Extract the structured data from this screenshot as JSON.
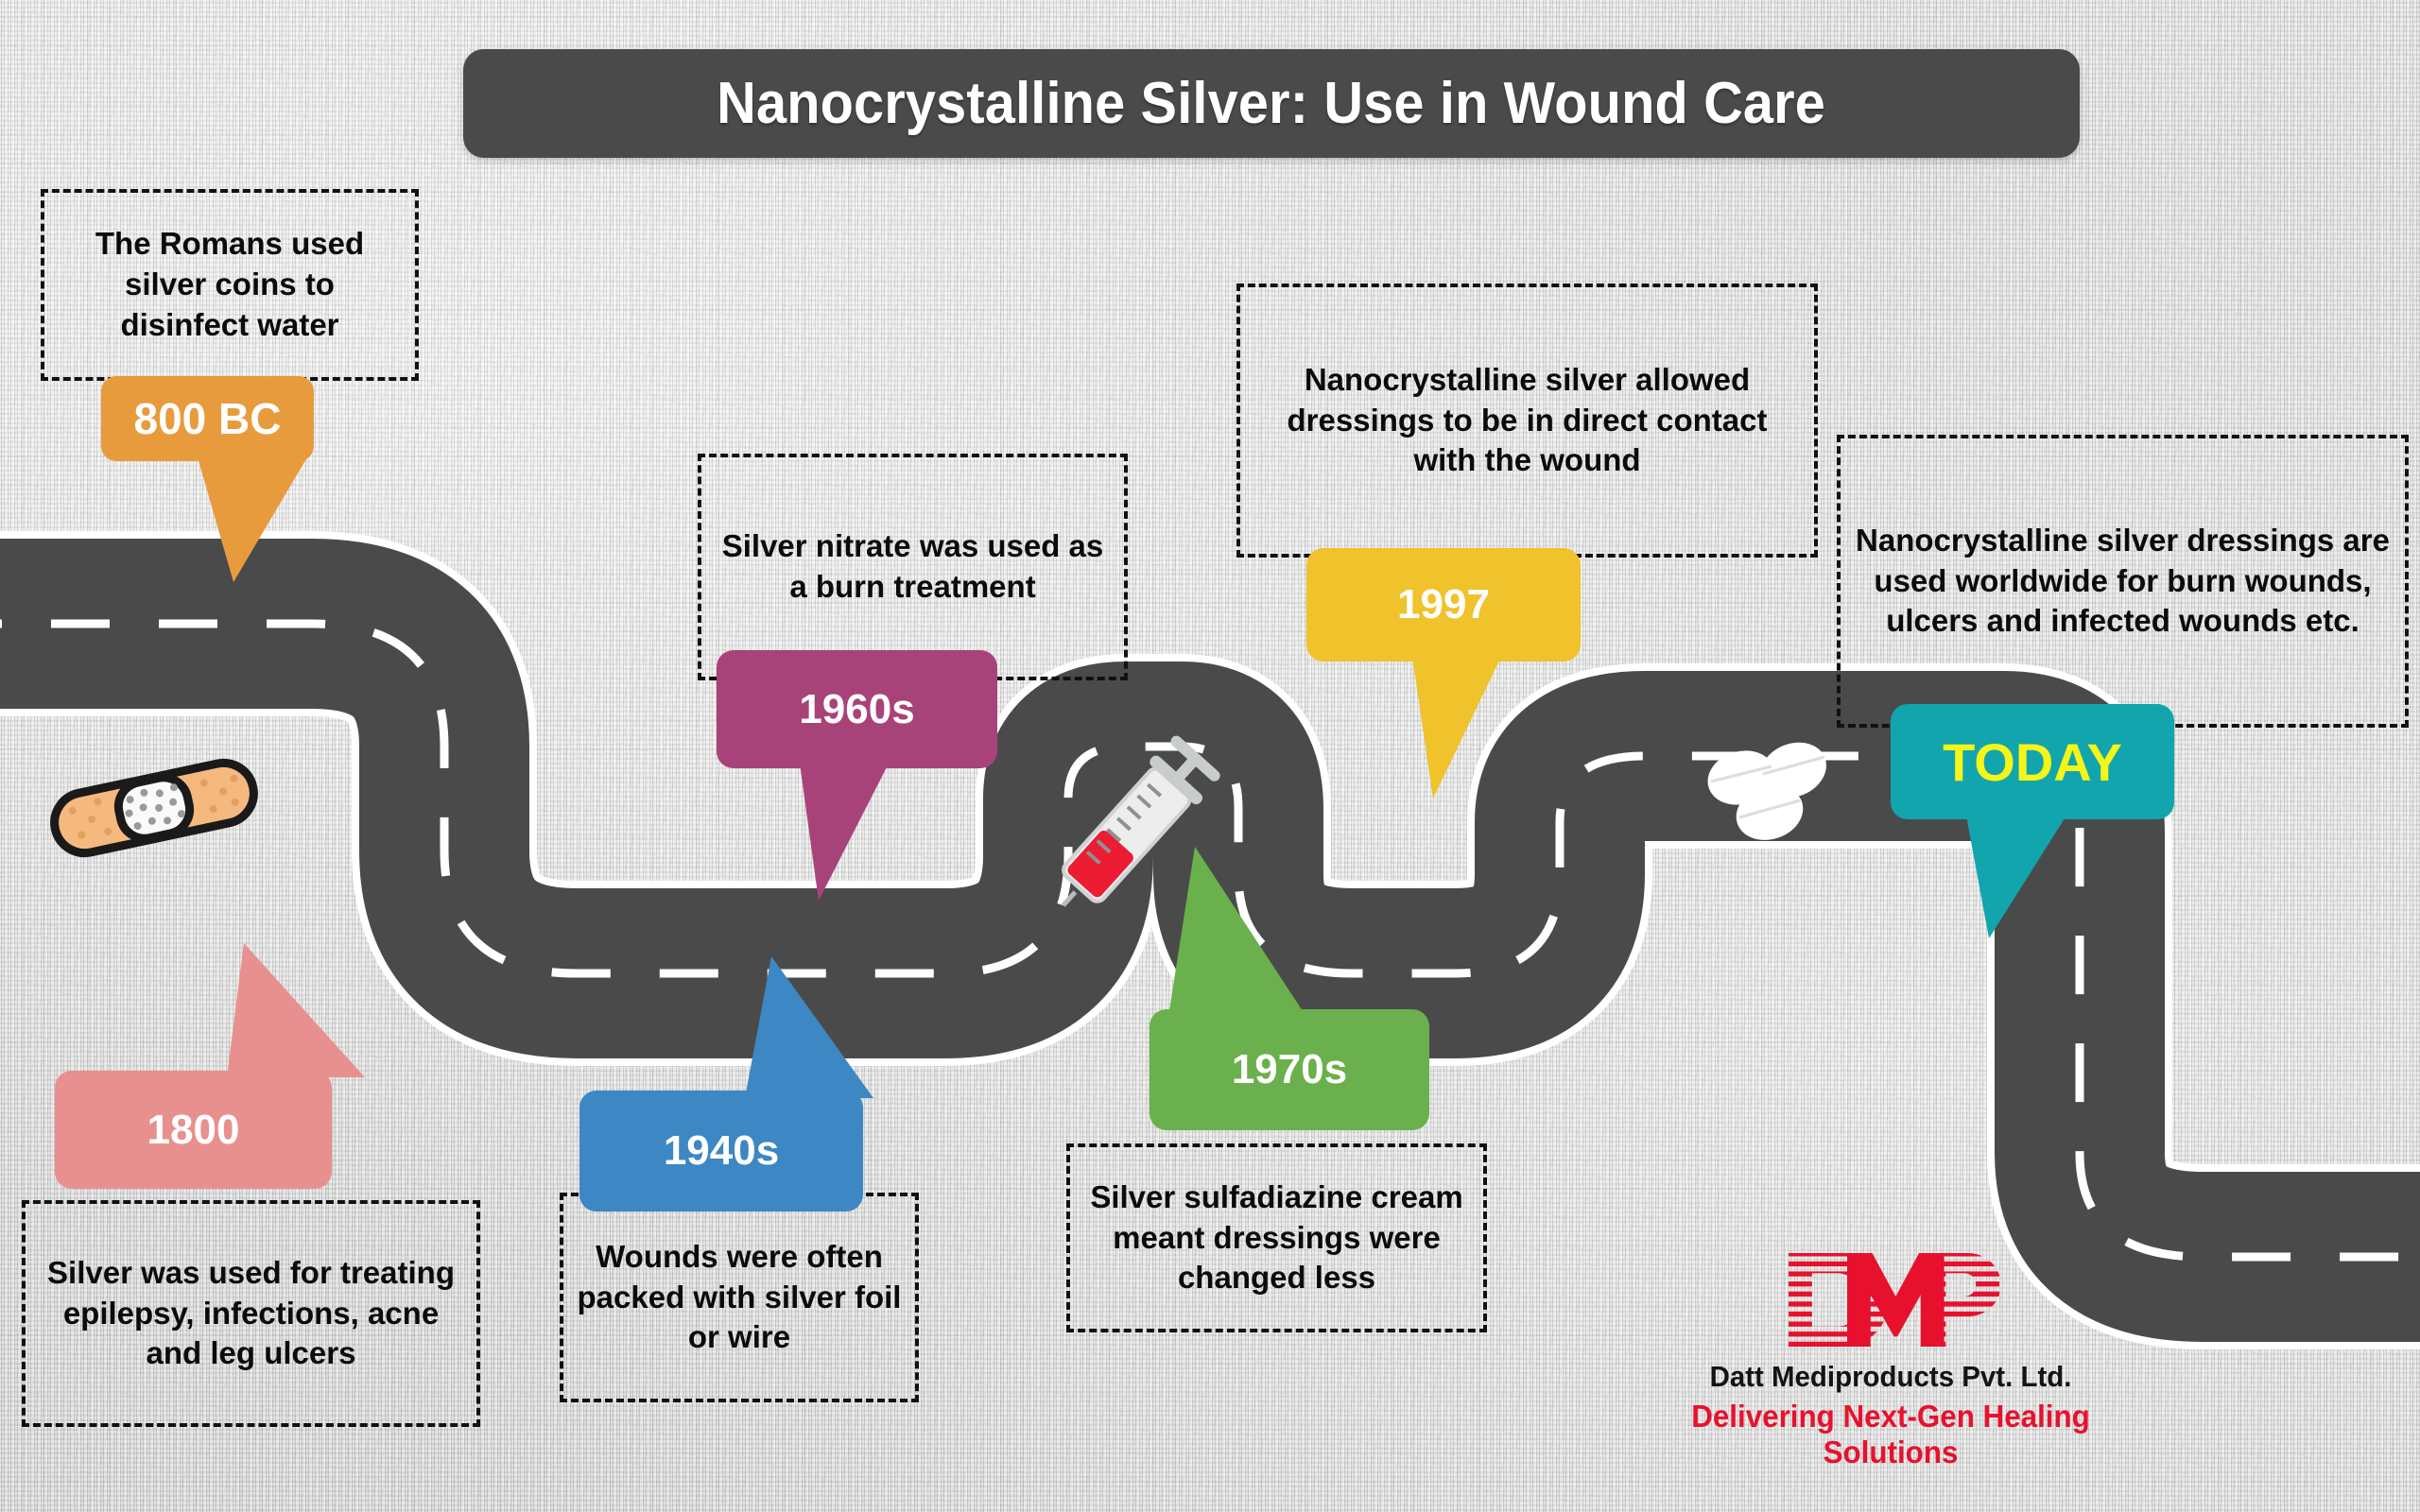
{
  "page": {
    "title": "Nanocrystalline Silver: Use in Wound Care"
  },
  "colors": {
    "title_bar": "#4a4a4a",
    "road": "#4a4a4a",
    "road_line": "#ffffff",
    "badge_800bc": "#e89b3c",
    "badge_1800": "#e8908f",
    "badge_1940s": "#3d87c4",
    "badge_1960s": "#a8437a",
    "badge_1970s": "#6ab04c",
    "badge_1997": "#f0c22b",
    "badge_today": "#12a5ad",
    "today_text": "#f5f518",
    "brand_red": "#e8112d",
    "background": "#cfd1cf"
  },
  "timeline": [
    {
      "id": "800bc",
      "era_label": "800 BC",
      "description": "The Romans used silver coins to disinfect water",
      "badge_color": "#e89b3c",
      "badge_text_color": "#ffffff"
    },
    {
      "id": "1800",
      "era_label": "1800",
      "description": "Silver was used for treating epilepsy, infections, acne and leg ulcers",
      "badge_color": "#e8908f",
      "badge_text_color": "#ffffff"
    },
    {
      "id": "1940s",
      "era_label": "1940s",
      "description": "Wounds were often packed with silver foil or  wire",
      "badge_color": "#3d87c4",
      "badge_text_color": "#ffffff"
    },
    {
      "id": "1960s",
      "era_label": "1960s",
      "description": "Silver nitrate was used as a burn treatment",
      "badge_color": "#a8437a",
      "badge_text_color": "#ffffff"
    },
    {
      "id": "1970s",
      "era_label": "1970s",
      "description": "Silver sulfadiazine cream meant dressings were changed less",
      "badge_color": "#6ab04c",
      "badge_text_color": "#ffffff"
    },
    {
      "id": "1997",
      "era_label": "1997",
      "description": "Nanocrystalline silver allowed dressings to be in direct contact with the wound",
      "badge_color": "#f0c22b",
      "badge_text_color": "#ffffff"
    },
    {
      "id": "today",
      "era_label": "TODAY",
      "description": "Nanocrystalline silver dressings are used worldwide for burn wounds, ulcers and infected wounds etc.",
      "badge_color": "#12a5ad",
      "badge_text_color": "#f5f518"
    }
  ],
  "icons": [
    {
      "name": "bandage-icon",
      "label": "adhesive bandage"
    },
    {
      "name": "syringe-icon",
      "label": "syringe with red liquid"
    },
    {
      "name": "pills-icon",
      "label": "three round tablets"
    }
  ],
  "brand": {
    "logo_text": "DMP",
    "company": "Datt Mediproducts Pvt. Ltd.",
    "tagline": "Delivering Next-Gen Healing Solutions"
  }
}
